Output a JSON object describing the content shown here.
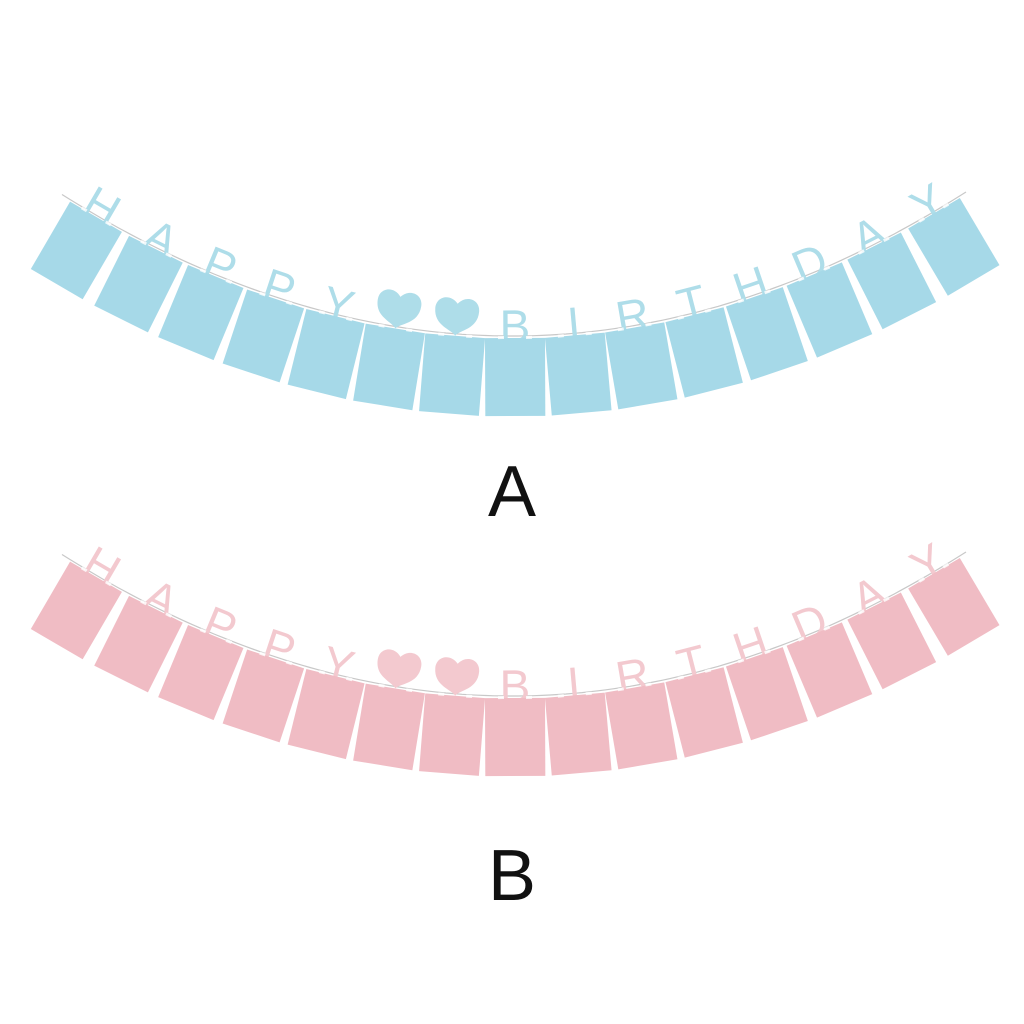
{
  "letters": [
    "H",
    "A",
    "P",
    "P",
    "Y",
    "♥",
    "♥",
    "B",
    "I",
    "R",
    "T",
    "H",
    "D",
    "A",
    "Y"
  ],
  "variants": [
    {
      "label": "A",
      "card_color": "#a6d9e8",
      "letter_color": "#aedde9",
      "string_color": "#c8c8c8"
    },
    {
      "label": "B",
      "card_color": "#f0bcc4",
      "letter_color": "#f3c9cf",
      "string_color": "#c8c8c8"
    }
  ]
}
